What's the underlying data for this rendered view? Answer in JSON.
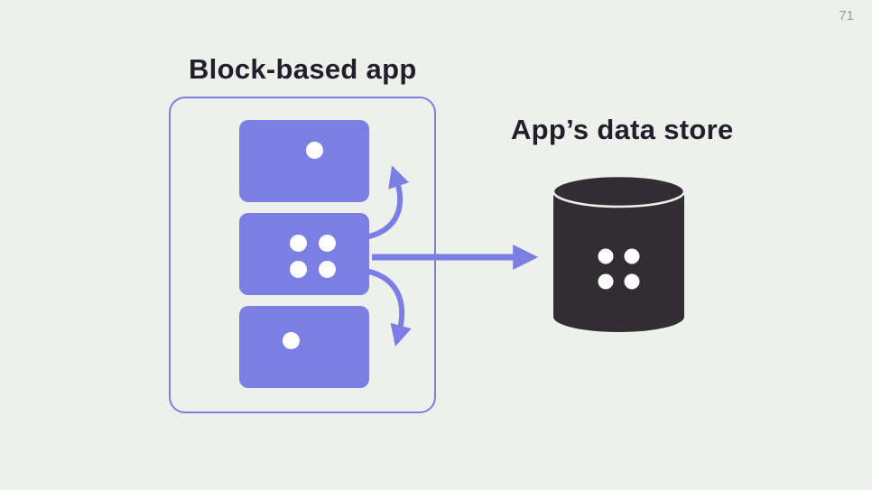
{
  "page_number": "71",
  "colors": {
    "bg": "#eef0eb",
    "accent": "#7b7fe3",
    "dark": "#322c33",
    "text": "#221e2c",
    "muted": "#9a9aa0"
  },
  "diagram": {
    "app_label": "Block-based app",
    "datastore_label": "App’s data store",
    "blocks": [
      {
        "id": "block-1",
        "dots": 1
      },
      {
        "id": "block-2",
        "dots": 4
      },
      {
        "id": "block-3",
        "dots": 1
      }
    ],
    "datastore_dots": 4,
    "arrows": [
      {
        "name": "arrow-up",
        "from": "block-2",
        "to": "block-1"
      },
      {
        "name": "arrow-down",
        "from": "block-2",
        "to": "block-3"
      },
      {
        "name": "arrow-right",
        "from": "block-2",
        "to": "datastore"
      }
    ]
  }
}
